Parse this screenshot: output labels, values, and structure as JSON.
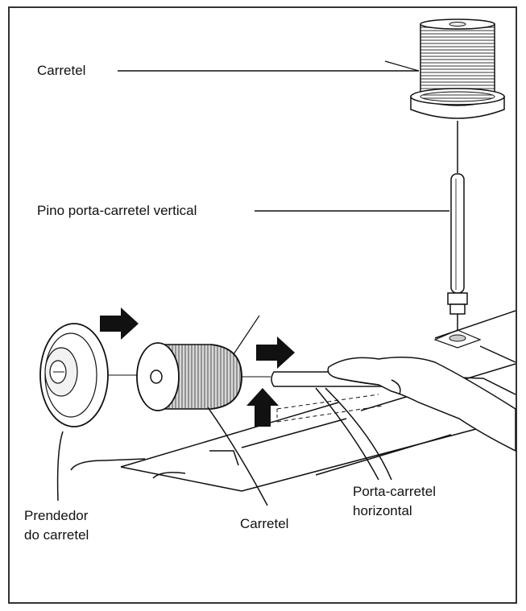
{
  "labels": {
    "spool_top": "Carretel",
    "vertical_pin": "Pino porta-carretel vertical",
    "spool_cap_line1": "Prendedor",
    "spool_cap_line2": "do carretel",
    "spool_bottom": "Carretel",
    "horizontal_holder_line1": "Porta-carretel",
    "horizontal_holder_line2": "horizontal"
  },
  "colors": {
    "ink": "#111111",
    "frame": "#333333",
    "thread_shade": "#9a9a9a"
  },
  "icons": [
    "arrow-right-icon",
    "arrow-right-icon",
    "arrow-up-icon"
  ]
}
